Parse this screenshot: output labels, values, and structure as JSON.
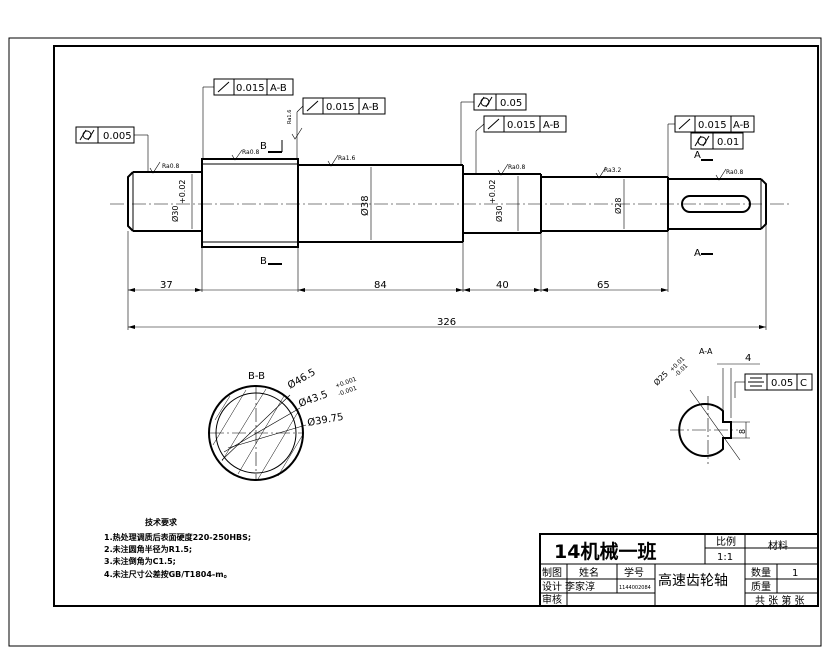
{
  "drawing": {
    "part_name": "高速齿轮轴",
    "class_name": "14机械一班",
    "title_block": {
      "scale_label": "比例",
      "scale_value": "1:1",
      "material_label": "材料",
      "drawn_label": "制图",
      "name_label": "姓名",
      "student_no_label": "学号",
      "designer_label": "设计",
      "designer_name": "李家淳",
      "student_no": "1144002084",
      "quantity_label": "数量",
      "quantity_value": "1",
      "weight_label": "质量",
      "review_label": "审核",
      "sheets_label": "共 张 第 张"
    },
    "dimensions": {
      "d_37": "37",
      "d_84": "84",
      "d_40": "40",
      "d_65": "65",
      "d_326": "326",
      "dia_30_left": "Ø30",
      "dia_30_left_tol": "+0.02",
      "dia_38": "Ø38",
      "dia_30_mid": "Ø30",
      "dia_30_mid_tol": "+0.02",
      "dia_28": "Ø28",
      "bb_46_5": "Ø46.5",
      "bb_43_5": "Ø43.5",
      "bb_43_5_tol_up": "+0.001",
      "bb_43_5_tol_dn": "-0.001",
      "bb_39_75": "Ø39.75",
      "aa_4": "4",
      "aa_8": "8",
      "aa_dia": "Ø25",
      "aa_dia_tol_up": "+0.01",
      "aa_dia_tol_dn": "-0.01"
    },
    "roughness": {
      "r_08": "Ra0.8",
      "r_16": "Ra1.6",
      "r_32": "Ra3.2"
    },
    "tolerances": {
      "runout_1_value": "0.015",
      "runout_1_datum": "A-B",
      "runout_2_value": "0.015",
      "runout_2_datum": "A-B",
      "cyl_left_value": "0.005",
      "cyl_mid_value": "0.05",
      "runout_3_value": "0.015",
      "runout_3_datum": "A-B",
      "runout_4_value": "0.015",
      "runout_4_datum": "A-B",
      "cyl_right_value": "0.01",
      "sym_value": "0.05",
      "sym_datum": "C"
    },
    "section_labels": {
      "bb": "B-B",
      "aa": "A-A",
      "b_mark": "B",
      "a_mark": "A"
    },
    "notes": {
      "heading": "技术要求",
      "items": [
        "1.热处理调质后表面硬度220-250HBS;",
        "2.未注圆角半径为R1.5;",
        "3.未注倒角为C1.5;",
        "4.未注尺寸公差按GB/T1804-m。"
      ]
    }
  }
}
